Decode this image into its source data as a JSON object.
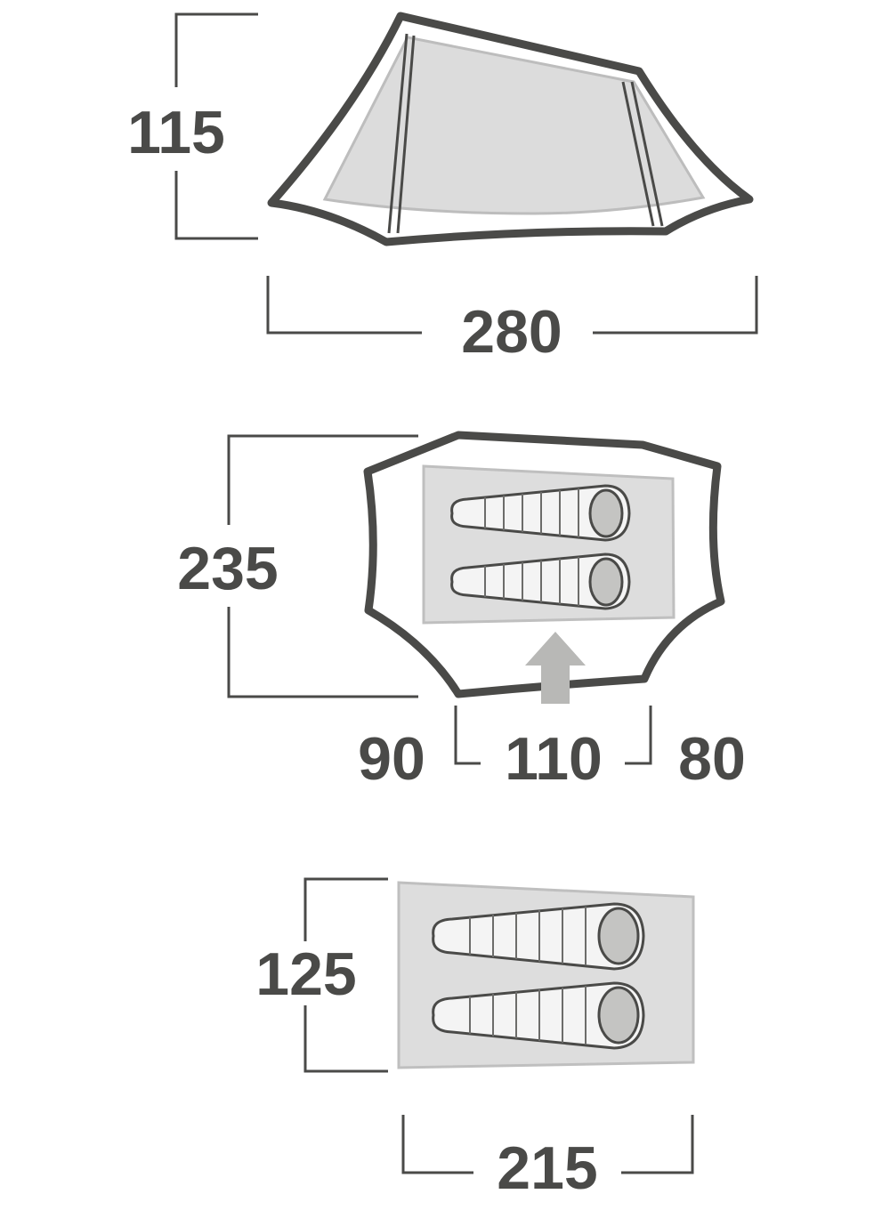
{
  "side_view": {
    "height_label": "115",
    "length_label": "280"
  },
  "top_view": {
    "depth_label": "235",
    "vestibule_left_label": "90",
    "inner_length_label": "110",
    "vestibule_right_label": "80"
  },
  "inner_tent": {
    "width_label": "125",
    "length_label": "215"
  },
  "colors": {
    "outline": "#4a4a48",
    "fill": "#dddddd",
    "arrow": "#b8b8b6"
  }
}
